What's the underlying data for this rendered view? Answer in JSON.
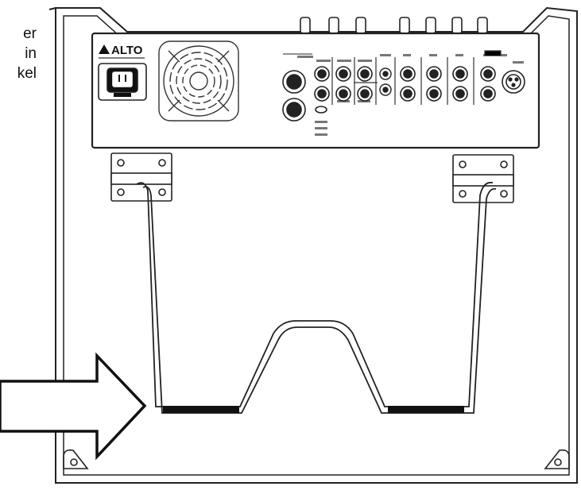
{
  "caption": {
    "lines": [
      "er",
      "in",
      "kel"
    ]
  },
  "panel": {
    "brand": "ALTO"
  }
}
